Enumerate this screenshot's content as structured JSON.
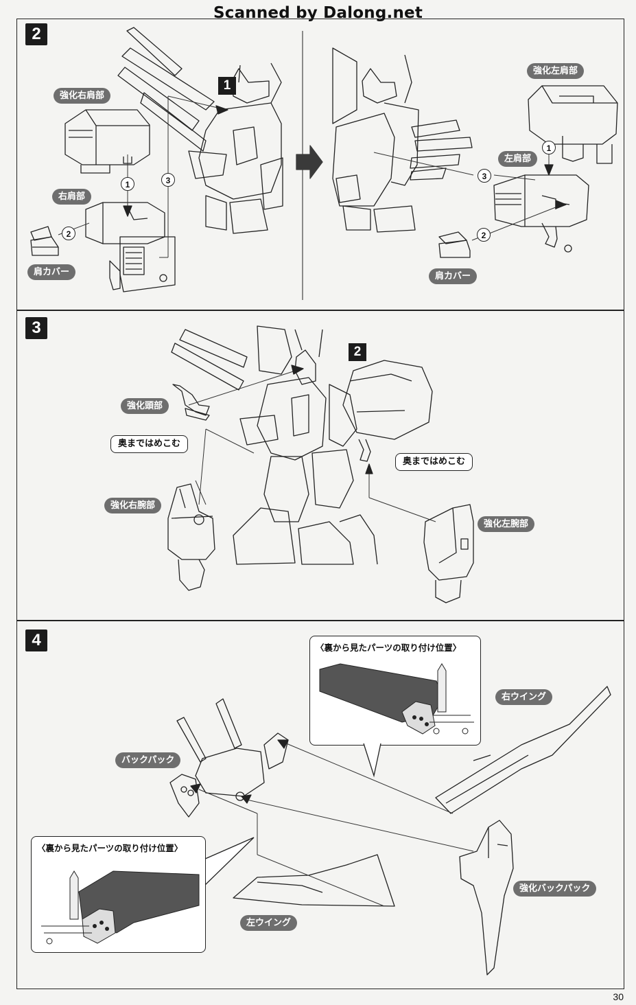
{
  "watermark": "Scanned by Dalong.net",
  "page_number": "30",
  "steps": {
    "s2": {
      "number": "2",
      "ref_number": "1",
      "left": {
        "reinforced_right_shoulder": "強化右肩部",
        "right_shoulder": "右肩部",
        "shoulder_cover": "肩カバー",
        "markers": [
          "1",
          "2",
          "3"
        ]
      },
      "right": {
        "reinforced_left_shoulder": "強化左肩部",
        "left_shoulder": "左肩部",
        "shoulder_cover": "肩カバー",
        "markers": [
          "1",
          "2",
          "3"
        ]
      }
    },
    "s3": {
      "number": "3",
      "ref_number": "2",
      "reinforced_head": "強化頭部",
      "insert_fully_left": "奥まではめこむ",
      "insert_fully_right": "奥まではめこむ",
      "reinforced_right_arm": "強化右腕部",
      "reinforced_left_arm": "強化左腕部"
    },
    "s4": {
      "number": "4",
      "note_top": "〈裏から見たパーツの取り付け位置〉",
      "note_bottom": "〈裏から見たパーツの取り付け位置〉",
      "right_wing": "右ウイング",
      "backpack": "バックパック",
      "reinforced_backpack": "強化バックパック",
      "left_wing": "左ウイング"
    }
  }
}
